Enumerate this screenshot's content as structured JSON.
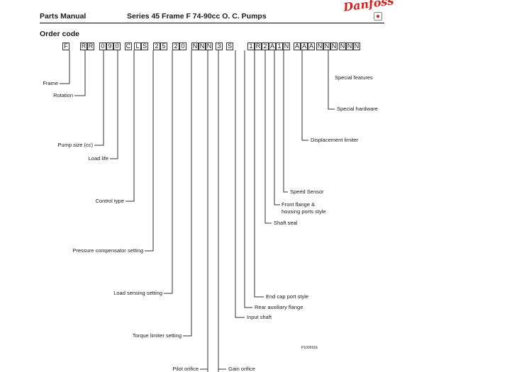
{
  "header": {
    "manual": "Parts Manual",
    "series": "Series 45 Frame F 74-90cc O. C. Pumps",
    "logo": "Danfoss"
  },
  "section_title": "Order code",
  "code_boxes": [
    "F",
    "R",
    "R",
    "0",
    "9",
    "0",
    "C",
    "L",
    "S",
    "2",
    "5",
    "2",
    "0",
    "N",
    "N",
    "N",
    "3",
    "S",
    "1",
    "R",
    "2",
    "A",
    "1",
    "N",
    "A",
    "A",
    "A",
    "N",
    "N",
    "N",
    "N",
    "N",
    "N"
  ],
  "labels": {
    "frame": "Frame",
    "rotation": "Rotation",
    "pump_size": "Pump size (cc)",
    "load_life": "Load life",
    "control_type": "Control type",
    "pressure_comp": "Pressure compensator setting",
    "load_sensing": "Load sensing setting",
    "torque_limiter": "Torque limiter setting",
    "pilot_orifice": "Pilot orifice",
    "gain_orifice": "Gain orifice",
    "input_shaft": "Input shaft",
    "rear_aux": "Rear auxiliary flange",
    "end_cap": "End cap port style",
    "shaft_seal": "Shaft seal",
    "front_flange_1": "Front flange    &",
    "front_flange_2": "housing ports style",
    "speed_sensor": "Speed Sensor",
    "displacement_limiter": "Displacement limiter",
    "special_hardware": "Special hardware",
    "special_features": "Special features"
  },
  "figure_code": "P100691E"
}
